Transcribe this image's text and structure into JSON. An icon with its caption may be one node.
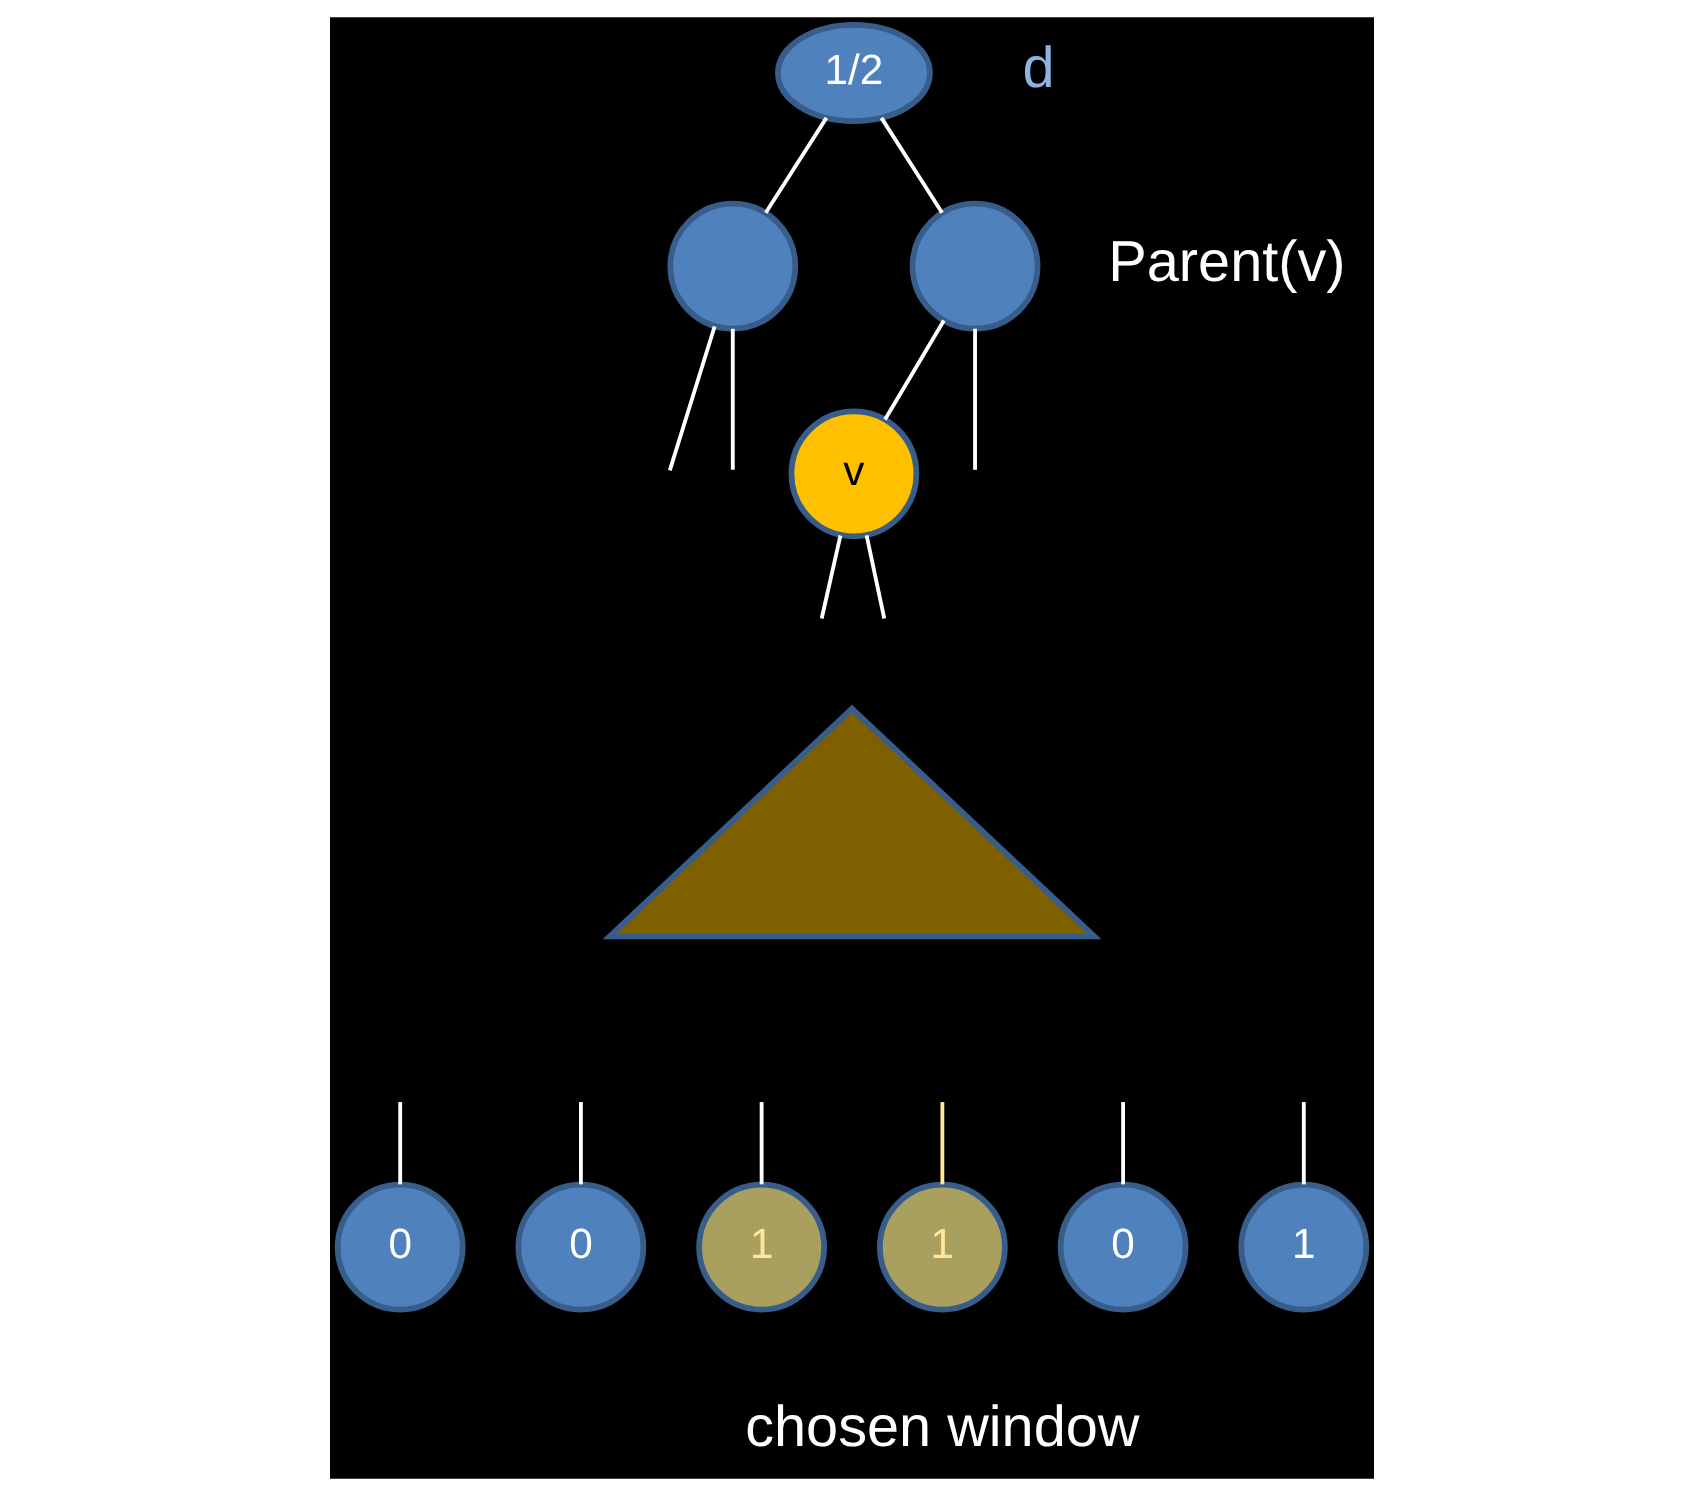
{
  "diagram": {
    "nodes": [
      {
        "text": [
          "1/2"
        ]
      },
      {
        "text": [],
        "shape": "circle"
      },
      {
        "text": [],
        "shape": "circle",
        "beside": [
          "Parent(v)"
        ]
      },
      {
        "text": [
          "v"
        ]
      },
      {
        "text": [],
        "shape": "triangle"
      },
      {
        "text": [
          "0"
        ]
      },
      {
        "text": [
          "0"
        ]
      },
      {
        "text": [
          "1"
        ]
      },
      {
        "text": [
          "1"
        ]
      },
      {
        "text": [
          "0"
        ]
      },
      {
        "text": [
          "1"
        ]
      }
    ],
    "edges": [
      {
        "from": 0,
        "to": 1,
        "arrow": "none"
      },
      {
        "from": 0,
        "to": 2,
        "arrow": "none"
      },
      {
        "from": 1,
        "to": null,
        "arrow": "none"
      },
      {
        "from": 1,
        "to": null,
        "arrow": "none"
      },
      {
        "from": 2,
        "to": 3,
        "arrow": "none"
      },
      {
        "from": 2,
        "to": null,
        "arrow": "none"
      },
      {
        "from": 3,
        "to": null,
        "arrow": "none"
      },
      {
        "from": 3,
        "to": null,
        "arrow": "none"
      },
      {
        "from": null,
        "to": 5,
        "arrow": "none"
      },
      {
        "from": null,
        "to": 6,
        "arrow": "none"
      },
      {
        "from": null,
        "to": 7,
        "arrow": "none"
      },
      {
        "from": null,
        "to": 8,
        "arrow": "none",
        "color": "#ffe699"
      },
      {
        "from": null,
        "to": 9,
        "arrow": "none"
      },
      {
        "from": null,
        "to": 10,
        "arrow": "none"
      }
    ],
    "labels": [
      "d",
      "chosen window"
    ]
  }
}
